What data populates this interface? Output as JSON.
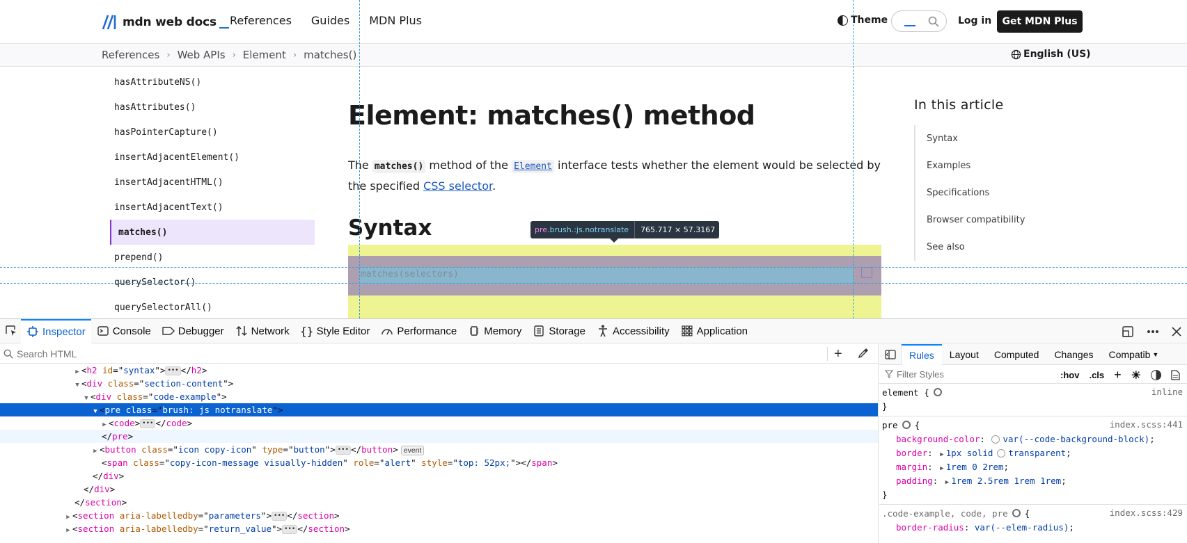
{
  "header": {
    "logo_text": "mdn web docs",
    "nav": [
      "References",
      "Guides",
      "MDN Plus"
    ],
    "theme_label": "Theme",
    "login_label": "Log in",
    "plus_button": "Get MDN Plus"
  },
  "breadcrumbs": [
    "References",
    "Web APIs",
    "Element",
    "matches()"
  ],
  "language": "English (US)",
  "sidebar": {
    "items": [
      {
        "label": "hasAttributeNS()",
        "active": false
      },
      {
        "label": "hasAttributes()",
        "active": false
      },
      {
        "label": "hasPointerCapture()",
        "active": false
      },
      {
        "label": "insertAdjacentElement()",
        "active": false
      },
      {
        "label": "insertAdjacentHTML()",
        "active": false
      },
      {
        "label": "insertAdjacentText()",
        "active": false
      },
      {
        "label": "matches()",
        "active": true
      },
      {
        "label": "prepend()",
        "active": false
      },
      {
        "label": "querySelector()",
        "active": false
      },
      {
        "label": "querySelectorAll()",
        "active": false
      }
    ]
  },
  "article": {
    "title": "Element: matches() method",
    "intro": {
      "p1": "The ",
      "code1": "matches()",
      "p2": " method of the ",
      "code2": "Element",
      "p3": " interface tests whether the element would be selected by the specified ",
      "link": "CSS selector",
      "p4": "."
    },
    "syntax_heading": "Syntax",
    "code": "matches(selectors)"
  },
  "toc": {
    "title": "In this article",
    "items": [
      "Syntax",
      "Examples",
      "Specifications",
      "Browser compatibility",
      "See also"
    ]
  },
  "highlighter": {
    "tag": "pre",
    "classes": ".brush.:js.notranslate",
    "dims": "765.717 × 57.3167"
  },
  "devtools": {
    "tabs": [
      {
        "label": "Inspector",
        "icon": "inspector-icon",
        "selected": true
      },
      {
        "label": "Console",
        "icon": "console-icon",
        "selected": false
      },
      {
        "label": "Debugger",
        "icon": "debugger-icon",
        "selected": false
      },
      {
        "label": "Network",
        "icon": "network-icon",
        "selected": false
      },
      {
        "label": "Style Editor",
        "icon": "braces-icon",
        "selected": false
      },
      {
        "label": "Performance",
        "icon": "gauge-icon",
        "selected": false
      },
      {
        "label": "Memory",
        "icon": "memory-icon",
        "selected": false
      },
      {
        "label": "Storage",
        "icon": "storage-icon",
        "selected": false
      },
      {
        "label": "Accessibility",
        "icon": "accessibility-icon",
        "selected": false
      },
      {
        "label": "Application",
        "icon": "grid-icon",
        "selected": false
      }
    ],
    "search_placeholder": "Search HTML",
    "side_tabs": [
      "Rules",
      "Layout",
      "Computed",
      "Changes",
      "Compatib"
    ],
    "filter_placeholder": "Filter Styles",
    "hov_label": ":hov",
    "cls_label": ".cls",
    "markup": {
      "n1": {
        "tag": "h2",
        "attr": "id",
        "val": "syntax"
      },
      "n2": {
        "tag": "div",
        "attr": "class",
        "val": "section-content"
      },
      "n3": {
        "tag": "div",
        "attr": "class",
        "val": "code-example"
      },
      "n4": {
        "tag": "pre",
        "attr": "class",
        "val": "brush: js notranslate"
      },
      "n5": {
        "tag": "code"
      },
      "n6": {
        "tag": "pre"
      },
      "n7": {
        "tag": "button",
        "attr": "class",
        "val": "icon copy-icon",
        "attr2": "type",
        "val2": "button",
        "badge": "event"
      },
      "n8": {
        "tag": "span",
        "attr": "class",
        "val": "copy-icon-message visually-hidden",
        "attr2": "role",
        "val2": "alert",
        "attr3": "style",
        "val3": "top: 52px;"
      },
      "n9": {
        "tag": "div"
      },
      "n10": {
        "tag": "div"
      },
      "n11": {
        "tag": "section"
      },
      "n12": {
        "tag": "section",
        "attr": "aria-labelledby",
        "val": "parameters"
      },
      "n13": {
        "tag": "section",
        "attr": "aria-labelledby",
        "val": "return_value"
      }
    },
    "rules": {
      "r1": {
        "selector": "element {",
        "source": "inline",
        "close": "}"
      },
      "r2": {
        "selector": "pre",
        "source": "index.scss:441",
        "close": "}",
        "decls": [
          {
            "prop": "background-color",
            "val": "var(--code-background-block)"
          },
          {
            "prop": "border",
            "val": "1px solid",
            "val2": "transparent"
          },
          {
            "prop": "margin",
            "val": "1rem 0 2rem"
          },
          {
            "prop": "padding",
            "val": "1rem 2.5rem 1rem 1rem"
          }
        ]
      },
      "r3": {
        "selector": ".code-example, code, pre",
        "source": "index.scss:429",
        "decls": [
          {
            "prop": "border-radius",
            "val": "var(--elem-radius)"
          }
        ]
      }
    }
  },
  "colors": {
    "accent": "#0a63d1",
    "mdn_active": "#8334c7",
    "margin_overlay": "#e6f03c",
    "padding_overlay": "#785ac8",
    "content_overlay": "#6ec8e6"
  }
}
